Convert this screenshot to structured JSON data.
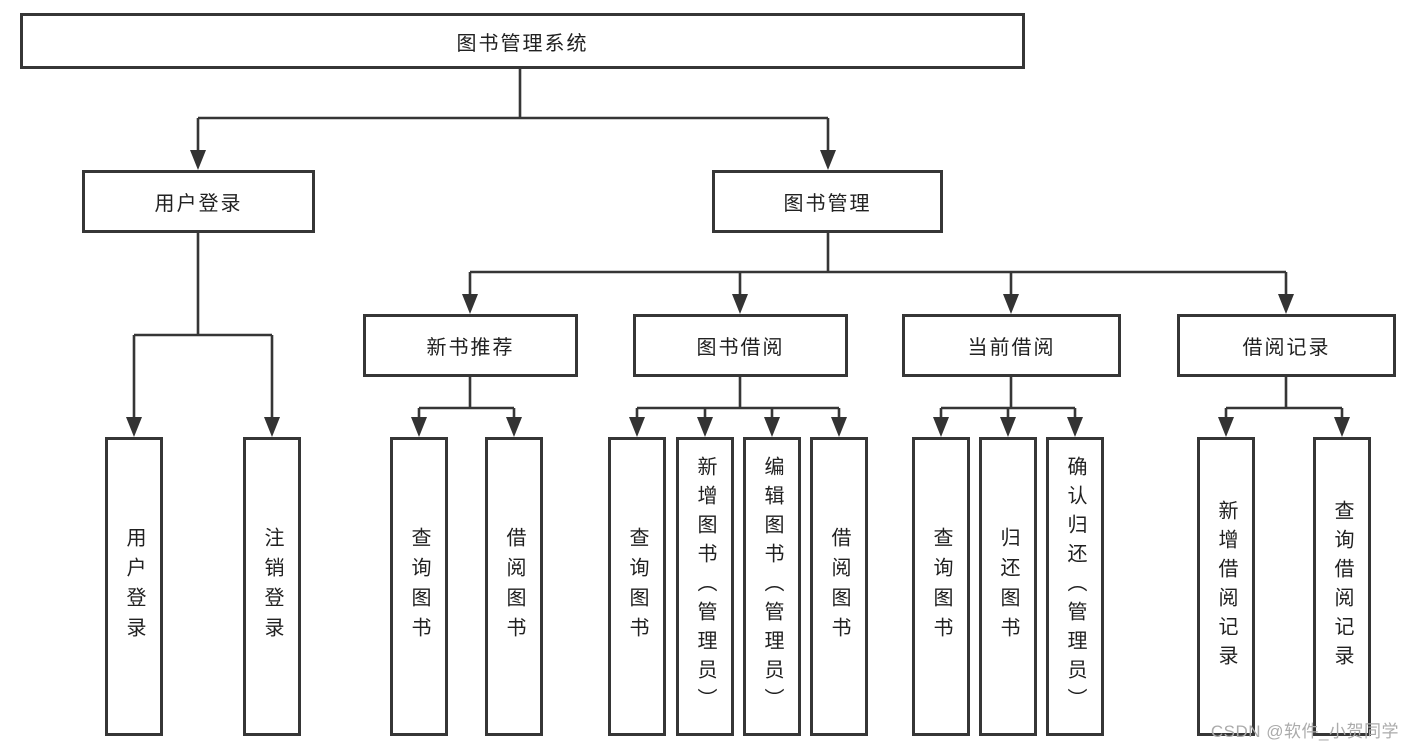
{
  "colors": {
    "background": "#ffffff",
    "line": "#363636",
    "box_border": "#363636",
    "text": "#212121",
    "watermark": "#ababab"
  },
  "root": {
    "label": "图书管理系统"
  },
  "branches": [
    {
      "label": "用户登录",
      "children": [
        {
          "label": "用户登录"
        },
        {
          "label": "注销登录"
        }
      ]
    },
    {
      "label": "图书管理",
      "sections": [
        {
          "label": "新书推荐",
          "children": [
            {
              "label": "查询图书"
            },
            {
              "label": "借阅图书"
            }
          ]
        },
        {
          "label": "图书借阅",
          "children": [
            {
              "label": "查询图书"
            },
            {
              "label": "新增图书（管理员）"
            },
            {
              "label": "编辑图书（管理员）"
            },
            {
              "label": "借阅图书"
            }
          ]
        },
        {
          "label": "当前借阅",
          "children": [
            {
              "label": "查询图书"
            },
            {
              "label": "归还图书"
            },
            {
              "label": "确认归还（管理员）"
            }
          ]
        },
        {
          "label": "借阅记录",
          "children": [
            {
              "label": "新增借阅记录"
            },
            {
              "label": "查询借阅记录"
            }
          ]
        }
      ]
    }
  ],
  "watermark": {
    "text": "CSDN @软件_小贺同学"
  }
}
